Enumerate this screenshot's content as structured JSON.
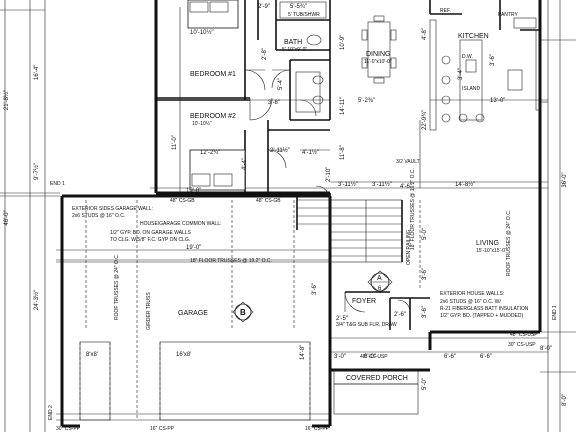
{
  "overall": {
    "dim_left_top": "21'-8½\"",
    "dim_left_mid": "46'-0\"",
    "dim_left_bottom": "24'-3½\"",
    "dim_right_top": "36'-0\"",
    "dim_right_bottom": "8'-0\""
  },
  "rooms": {
    "bedroom1": {
      "name": "BEDROOM #1",
      "size": "10'-10½\""
    },
    "bedroom2": {
      "name": "BEDROOM #2",
      "size": "12'-2¾\"",
      "size2": "10'-10½\""
    },
    "bath": {
      "name": "BATH",
      "size": "5'-10\"x9'-0\""
    },
    "bath_top": {
      "size": "5'-5¾\"",
      "note": "5' TUB/SHWR"
    },
    "dining": {
      "name": "DINING",
      "size": "11'-0\"x10'-0\""
    },
    "kitchen": {
      "name": "KITCHEN",
      "ref": "REF.",
      "pantry": "PANTRY",
      "dw": "D.W.",
      "island": "ISLAND"
    },
    "living": {
      "name": "LIVING",
      "size": "15'-10\"x15'-0\""
    },
    "garage": {
      "name": "GARAGE",
      "callout": "B",
      "door1": "8'x8'",
      "door2": "16'x8'"
    },
    "foyer": {
      "name": "FOYER"
    },
    "porch": {
      "name": "COVERED PORCH"
    }
  },
  "labels": {
    "garage_wall_title": "EXTERIOR SIDES GARAGE WALL:",
    "garage_wall_spec": "2x6 STUDS @ 16\" O.C.",
    "common_wall_title": "HOUSE/GARAGE COMMON WALL:",
    "common_wall_spec1": "1/2\" GYP. BD. ON GARAGE WALLS",
    "common_wall_spec2": "TO CLG. W/5/8\" F.C. GYP ON CLG.",
    "house_walls_title": "EXTERIOR HOUSE WALLS:",
    "house_walls_spec1": "2x6 STUDS @ 16\" O.C. W/",
    "house_walls_spec2": "R-21 FIBERGLASS BATT INSULATION",
    "house_walls_spec3": "1/2\" GYP. BD. (TAPPED + MUDDED)",
    "floor_trusses_1": "18\" FLOOR TRUSSES @ 19.2\" O.C.",
    "floor_trusses_2": "18\" FLOOR TRUSSES @ 19.2\" O.C.",
    "roof_trusses_garage": "ROOF TRUSSES @ 24\" O.C.",
    "roof_trusses_living": "ROOF TRUSSES @ 24\" O.C.",
    "girder_truss": "GIRDER TRUSS",
    "vault": "3/2 VAULT",
    "open_railing": "OPEN RAILING",
    "callout_a_top": "A",
    "callout_a_bottom": "6",
    "header_1": "48\" CS-GB",
    "header_2": "48\" CS-GB",
    "header_3": "48\" CS-USP",
    "header_4": "30\" CS-USP",
    "header_5": "48\" CS-USP",
    "header_6": "30\" CS-PP",
    "header_7": "16\" CS-PP",
    "header_8": "16\" CS-PP",
    "end1_left": "END 1",
    "end1_right": "END 1",
    "end2_left": "END 2",
    "stud_note": "3/4\" T&G SUB FLR, DRAW"
  },
  "dims": {
    "d_19_0": "19'-0\"",
    "d_19_0b": "19'-0\"",
    "d_14_8": "14'-8½\"",
    "d_3_11_a": "3'-11½\"",
    "d_3_11_b": "3'-11½\"",
    "d_2_11": "2'-11½\"",
    "d_4_1": "4'-1½\"",
    "d_5_2": "5'-2⅜\"",
    "d_22_9": "22'-9¾\"",
    "d_13_0": "13'-0\"",
    "d_14_11": "14'-11\"",
    "d_11_8": "11'-8\"",
    "d_11_0": "11'-0\"",
    "d_10_9": "10'-9\"",
    "d_16_4": "16'-4\"",
    "d_9_7": "9'-7½\"",
    "d_5_0": "5'-0\"",
    "d_3_6a": "3'-6\"",
    "d_3_6b": "3'-6\"",
    "d_2_6": "2'-6\"",
    "d_4_6": "4'-6\"",
    "d_8_0": "8'-0\"",
    "d_3_0": "3'-0\"",
    "d_6_0": "6'-0\"",
    "d_6_6a": "6'-6\"",
    "d_6_6b": "6'-6\"",
    "d_2_9": "2'-9\"",
    "d_3_8": "3'-8\"",
    "d_5_4": "5'-4\"",
    "d_4_8": "4'-8\"",
    "d_3_4": "3'-4\"",
    "d_2_8": "2'-8\"",
    "d_2_5": "2'-5\"",
    "d_14_8b": "14'-8\"",
    "d_5_0b": "5'-0\"",
    "d_3_6c": "3'-6\"",
    "d_2_10": "2'-10\"",
    "d_4_4": "4'-4\"",
    "d_3_6d": "3'-6\""
  }
}
